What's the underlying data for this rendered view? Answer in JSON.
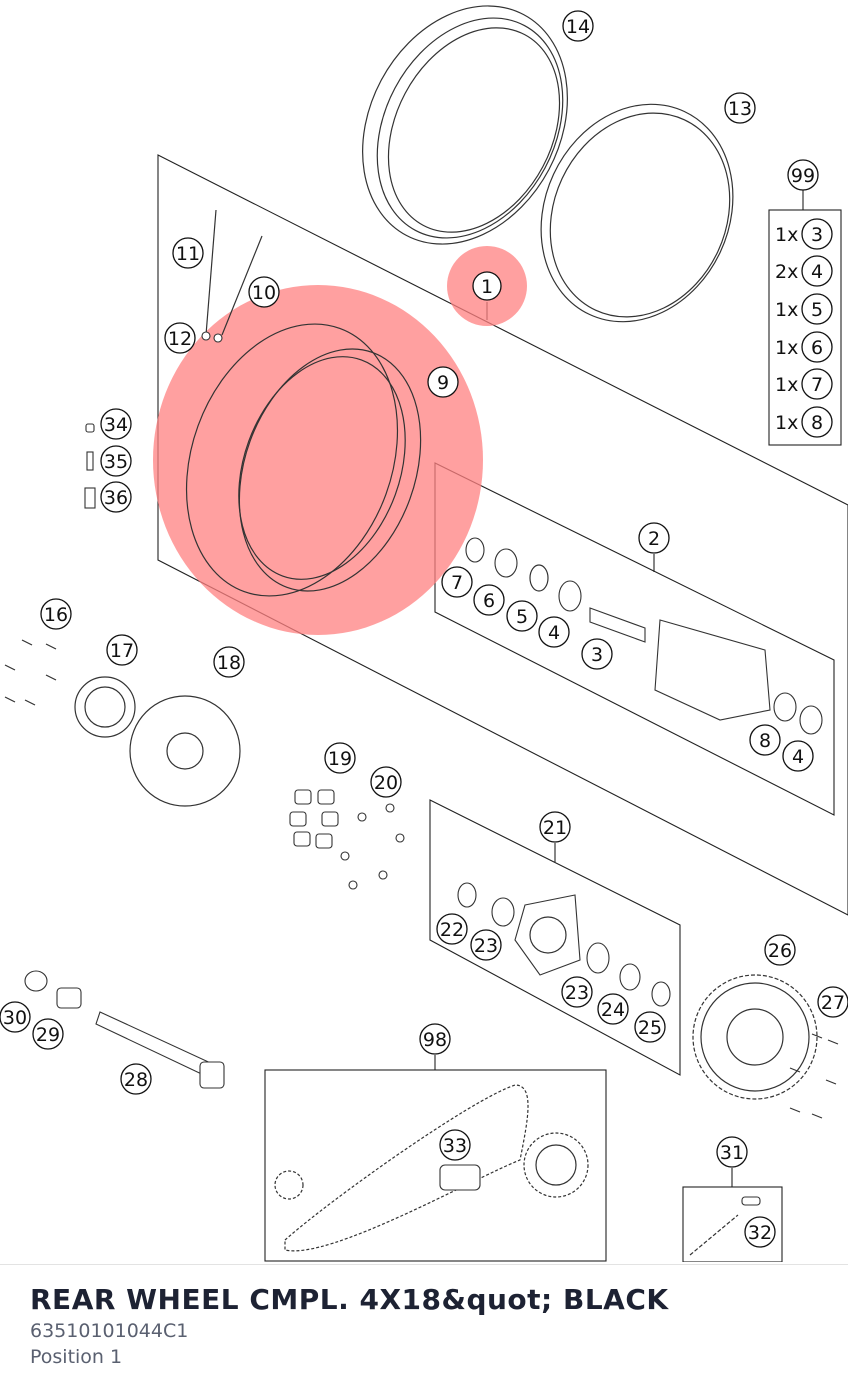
{
  "diagram": {
    "highlight_color": "#ff8080",
    "callouts": [
      "1",
      "2",
      "3",
      "4",
      "5",
      "6",
      "7",
      "8",
      "9",
      "10",
      "11",
      "12",
      "13",
      "14",
      "16",
      "17",
      "18",
      "19",
      "20",
      "21",
      "22",
      "23",
      "24",
      "25",
      "26",
      "27",
      "28",
      "29",
      "30",
      "31",
      "32",
      "33",
      "34",
      "35",
      "36",
      "98",
      "99"
    ],
    "kit_99": {
      "label": "99",
      "rows": [
        {
          "qty": "1x",
          "part": "3"
        },
        {
          "qty": "2x",
          "part": "4"
        },
        {
          "qty": "1x",
          "part": "5"
        },
        {
          "qty": "1x",
          "part": "6"
        },
        {
          "qty": "1x",
          "part": "7"
        },
        {
          "qty": "1x",
          "part": "8"
        }
      ]
    }
  },
  "item": {
    "title": "REAR WHEEL CMPL. 4X18&quot; BLACK",
    "part_number": "63510101044C1",
    "position": "Position 1"
  }
}
